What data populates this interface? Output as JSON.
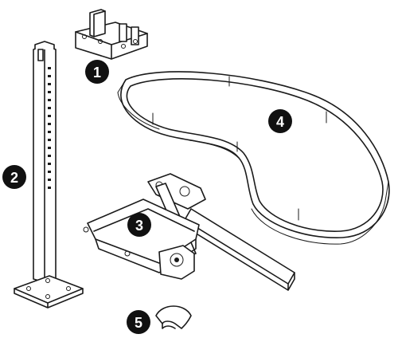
{
  "parts": [
    {
      "label": "1",
      "icon": "mounting-bracket"
    },
    {
      "label": "2",
      "icon": "vertical-post"
    },
    {
      "label": "3",
      "icon": "swing-arm-mechanism"
    },
    {
      "label": "4",
      "icon": "kidney-shaped-frame"
    },
    {
      "label": "5",
      "icon": "clip"
    }
  ]
}
